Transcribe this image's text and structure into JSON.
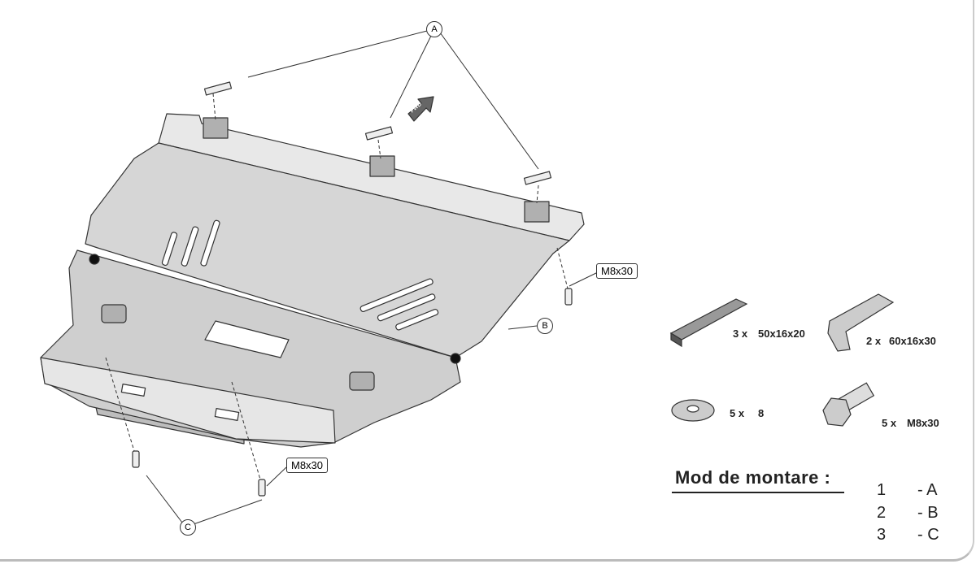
{
  "callouts": {
    "a": "A",
    "b": "B",
    "c": "C"
  },
  "bolt_labels": {
    "right": "M8x30",
    "bottom": "M8x30"
  },
  "direction_arrow": "FWD",
  "parts": [
    {
      "qty": "3 x",
      "size": "50x16x20",
      "icon": "clamp-strip"
    },
    {
      "qty": "2 x",
      "size": "60x16x30",
      "icon": "bracket-clip"
    },
    {
      "qty": "5 x",
      "size": "8",
      "icon": "washer"
    },
    {
      "qty": "5 x",
      "size": "M8x30",
      "icon": "hex-bolt"
    }
  ],
  "mounting": {
    "title": "Mod de montare  :",
    "steps": [
      {
        "num": "1",
        "ref": "- A"
      },
      {
        "num": "2",
        "ref": "- B"
      },
      {
        "num": "3",
        "ref": "- C"
      }
    ]
  },
  "colors": {
    "plate": "#d9d9d9",
    "plate_dark": "#bdbdbd",
    "line": "#333333"
  }
}
